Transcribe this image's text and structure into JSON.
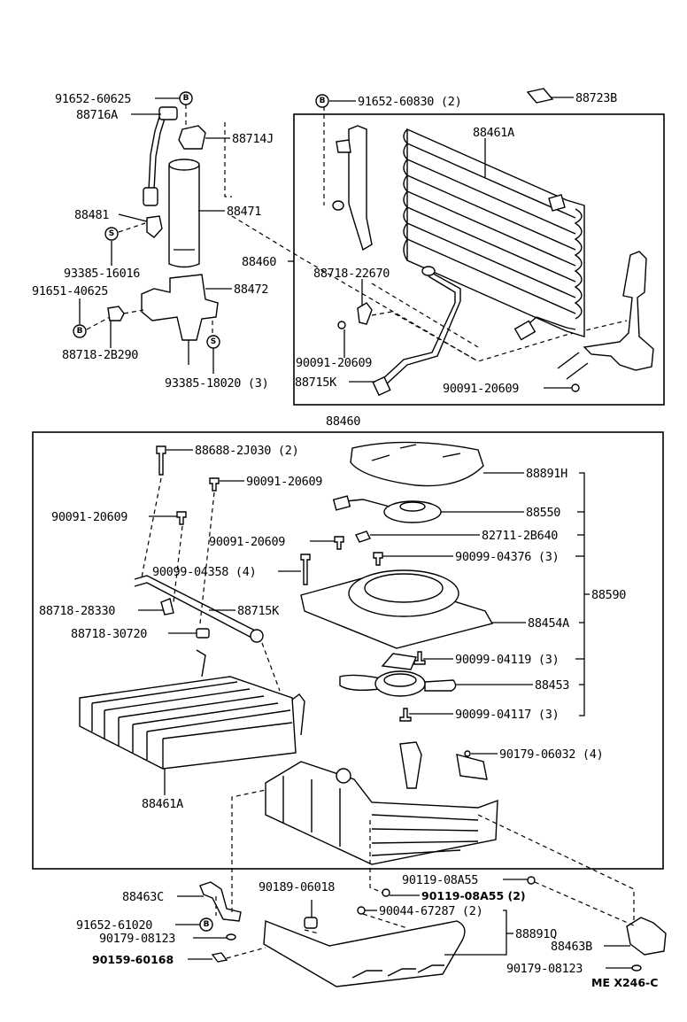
{
  "diagram": {
    "title": "Heating & Air Conditioning - Cooler Unit Parts Diagram",
    "drawing_code": "ME X246-C",
    "markers": {
      "bolt": "B",
      "screw": "S"
    },
    "groups": {
      "condenser_assembly": "88460",
      "evaporator_assembly": "88460",
      "blower_assembly": "88590",
      "cover_assembly": "88891Q"
    },
    "labels": {
      "p91652_60625": "91652-60625",
      "p88716A": "88716A",
      "p88714J": "88714J",
      "p88481": "88481",
      "p88471": "88471",
      "p93385_16016": "93385-16016",
      "p88460_top": "88460",
      "p91651_40625": "91651-40625",
      "p88472": "88472",
      "p88718_2B290": "88718-2B290",
      "p93385_18020": "93385-18020 (3)",
      "p91652_60830": "91652-60830 (2)",
      "p88723B": "88723B",
      "p88461A_top": "88461A",
      "p88718_22670": "88718-22670",
      "p90091_20609_a": "90091-20609",
      "p88715K_top": "88715K",
      "p90091_20609_b": "90091-20609",
      "p88460_mid": "88460",
      "p88688_2J030": "88688-2J030 (2)",
      "p90091_20609_c": "90091-20609",
      "p88891H": "88891H",
      "p90091_20609_d": "90091-20609",
      "p88550": "88550",
      "p90091_20609_e": "90091-20609",
      "p82711_2B640": "82711-2B640",
      "p90099_04358": "90099-04358 (4)",
      "p90099_04376": "90099-04376 (3)",
      "p88590": "88590",
      "p88718_28330": "88718-28330",
      "p88715K_mid": "88715K",
      "p88454A": "88454A",
      "p88718_30720": "88718-30720",
      "p90099_04119": "90099-04119 (3)",
      "p88453": "88453",
      "p90099_04117": "90099-04117 (3)",
      "p90179_06032": "90179-06032 (4)",
      "p88461A_bottom": "88461A",
      "p90119_08A55": "90119-08A55",
      "p88463C": "88463C",
      "p90189_06018": "90189-06018",
      "p90119_08A55_2": "90119-08A55 (2)",
      "p90044_67287": "90044-67287 (2)",
      "p91652_61020": "91652-61020",
      "p88891Q": "88891Q",
      "p90179_08123_a": "90179-08123",
      "p88463B": "88463B",
      "p90159_60168": "90159-60168",
      "p90179_08123_b": "90179-08123"
    }
  }
}
